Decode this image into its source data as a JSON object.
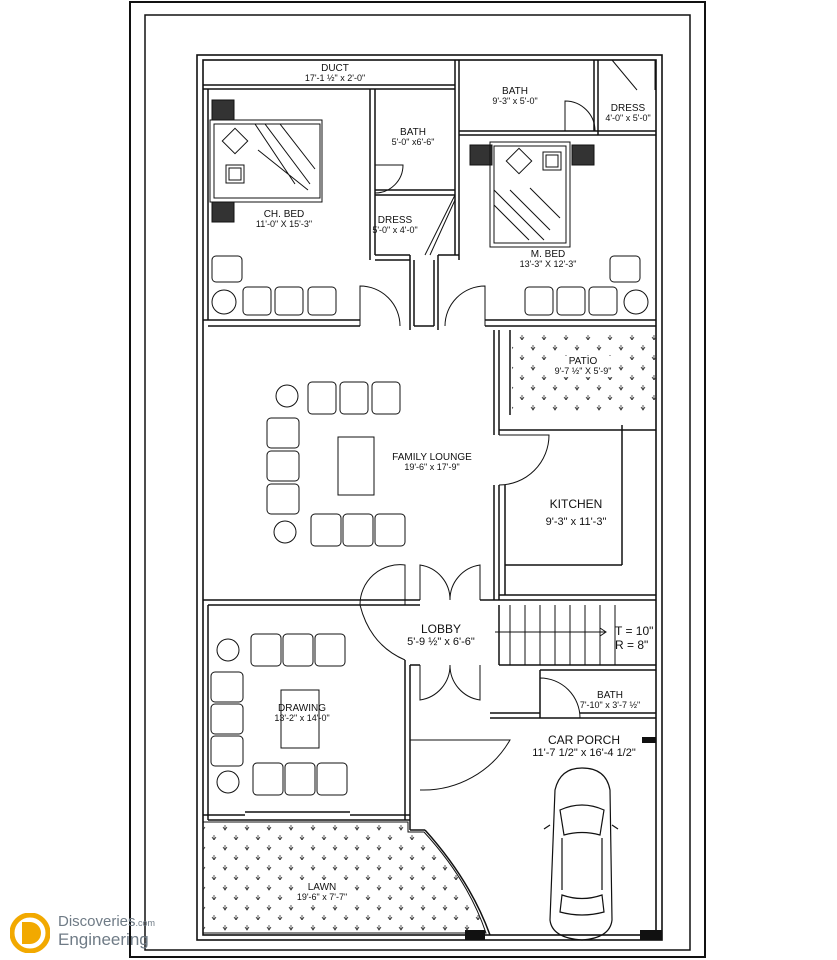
{
  "rooms": {
    "duct": {
      "name": "DUCT",
      "dim": "17'-1 ½\" x 2'-0\""
    },
    "bath1": {
      "name": "BATH",
      "dim": "9'-3\" x 5'-0\""
    },
    "dress1": {
      "name": "DRESS",
      "dim": "4'-0\" x 5'-0\""
    },
    "bath2": {
      "name": "BATH",
      "dim": "5'-0\" x6'-6\""
    },
    "ch_bed": {
      "name": "CH. BED",
      "dim": "11'-0\" X 15'-3\""
    },
    "dress2": {
      "name": "DRESS",
      "dim": "5'-0\" x 4'-0\""
    },
    "m_bed": {
      "name": "M. BED",
      "dim": "13'-3\" X 12'-3\""
    },
    "patio": {
      "name": "PATIO",
      "dim": "9'-7 ½\" X 5'-9\""
    },
    "family_lounge": {
      "name": "FAMILY LOUNGE",
      "dim": "19'-6\" x 17'-9\""
    },
    "kitchen": {
      "name": "KITCHEN",
      "dim": "9'-3\" x 11'-3\""
    },
    "lobby": {
      "name": "LOBBY",
      "dim": "5'-9 ½\" x 6'-6\""
    },
    "bath3": {
      "name": "BATH",
      "dim": "7'-10\" x 3'-7 ½\""
    },
    "drawing": {
      "name": "DRAWING",
      "dim": "13'-2\" x 14'-0\""
    },
    "car_porch": {
      "name": "CAR PORCH",
      "dim": "11'-7 1/2\" x 16'-4 1/2\""
    },
    "lawn": {
      "name": "LAWN",
      "dim": "19'-6\" x 7'-7\""
    }
  },
  "stair": {
    "tread": "T = 10\"",
    "riser": "R = 8\""
  },
  "brand": {
    "line1": "Discoveries",
    "line1_suffix": ".com",
    "line2": "Engineering"
  },
  "colors": {
    "line": "#111111",
    "brand": "#6f7b86"
  }
}
